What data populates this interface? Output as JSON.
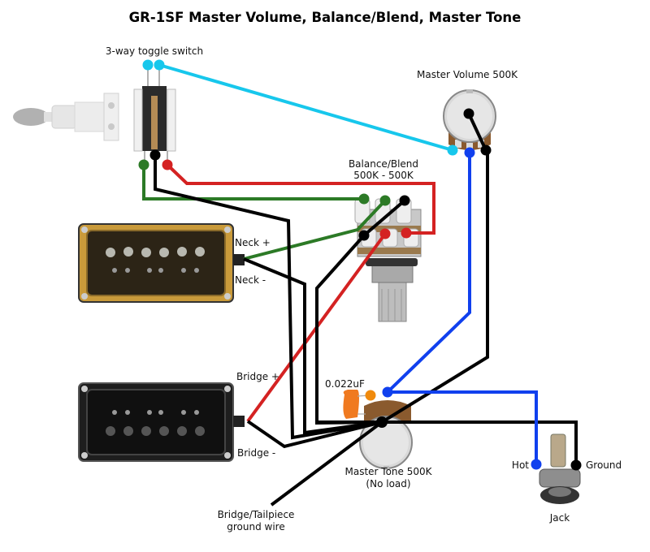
{
  "title": "GR-1SF Master Volume, Balance/Blend, Master Tone",
  "colors": {
    "cyan": "#17c7ec",
    "blue": "#1040ee",
    "red": "#d42222",
    "green": "#2c7a26",
    "black": "#000000",
    "orange": "#f08a0c"
  },
  "components": {
    "toggle": {
      "label": "3-way toggle switch"
    },
    "master_volume": {
      "label": "Master Volume 500K"
    },
    "blend": {
      "label_line1": "Balance/Blend",
      "label_line2": "500K - 500K"
    },
    "neck_pickup": {
      "plus_label": "Neck +",
      "minus_label": "Neck -"
    },
    "bridge_pickup": {
      "plus_label": "Bridge +",
      "minus_label": "Bridge -"
    },
    "capacitor": {
      "label": "0.022uF"
    },
    "master_tone": {
      "label_line1": "Master Tone 500K",
      "label_line2": "(No load)"
    },
    "jack": {
      "label": "Jack",
      "hot_label": "Hot",
      "ground_label": "Ground"
    },
    "ground_wire": {
      "label_line1": "Bridge/Tailpiece",
      "label_line2": "ground wire"
    }
  }
}
